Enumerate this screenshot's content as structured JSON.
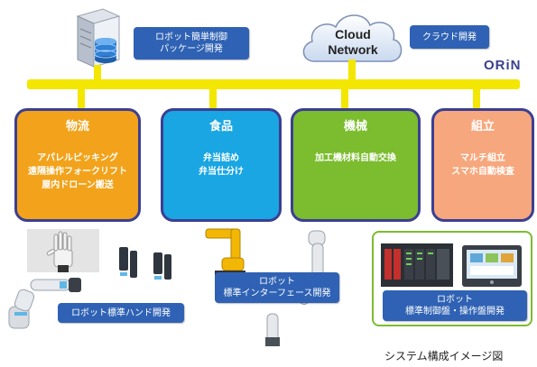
{
  "top": {
    "package_label_1": "ロボット簡単制御",
    "package_label_2": "パッケージ開発",
    "cloud_line_1": "Cloud",
    "cloud_line_2": "Network",
    "cloud_dev_label": "クラウド開発",
    "orin_logo": "ORiN"
  },
  "categories": [
    {
      "title": "物流",
      "lines": [
        "アパレルピッキング",
        "遠隔操作フォークリフト",
        "屋内ドローン搬送"
      ],
      "color": "#f2a31b"
    },
    {
      "title": "食品",
      "lines": [
        "弁当詰め",
        "弁当仕分け"
      ],
      "color": "#1aa6e2"
    },
    {
      "title": "機械",
      "lines": [
        "加工機材料自動交換"
      ],
      "color": "#7cbc2f"
    },
    {
      "title": "組立",
      "lines": [
        "マルチ組立",
        "スマホ自動検査"
      ],
      "color": "#f7a77d"
    }
  ],
  "bottom": {
    "hand_label": "ロボット標準ハンド開発",
    "interface_label_1": "ロボット",
    "interface_label_2": "標準インターフェース開発",
    "panel_label_1": "ロボット",
    "panel_label_2": "標準制御盤・操作盤開発"
  },
  "caption": "システム構成イメージ図",
  "colors": {
    "bus": "#f3e600",
    "label_blue": "#2f62b4",
    "border": "#3b3f93"
  }
}
